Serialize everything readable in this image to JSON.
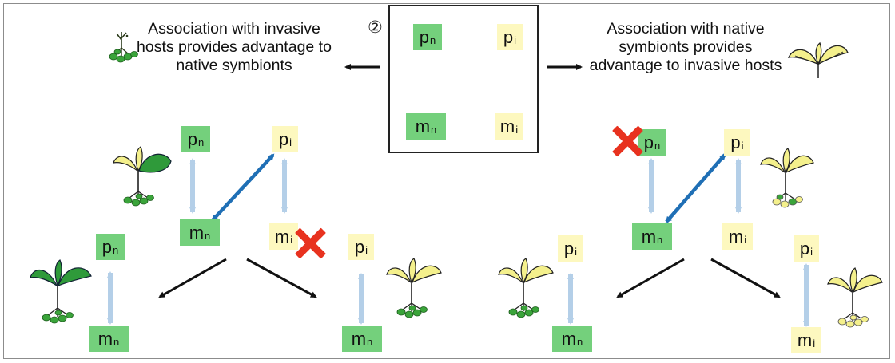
{
  "step_marker": "②",
  "captions": {
    "left": "Association with invasive hosts provides advantage to native symbionts",
    "right": "Association with native symbionts provides advantage to invasive hosts"
  },
  "nodes": {
    "pn": {
      "main": "p",
      "sub": "n"
    },
    "pi": {
      "main": "p",
      "sub": "i"
    },
    "mn": {
      "main": "m",
      "sub": "n"
    },
    "mi": {
      "main": "m",
      "sub": "i"
    }
  },
  "colors": {
    "native_fill": "#74d07c",
    "invasive_fill": "#fdf8bf",
    "cross_association_arrow": "#1f6fb5",
    "same_origin_arrow": "#b4cfe8",
    "exclusion_mark": "#e8321f"
  },
  "icons": [
    "native-plant-icon",
    "invasive-plant-icon",
    "exclusion-x-icon"
  ]
}
